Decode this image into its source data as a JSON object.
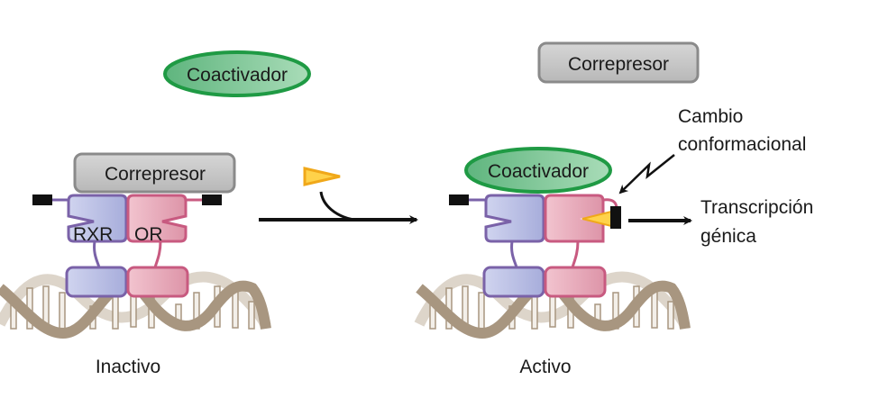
{
  "labels": {
    "coactivator": "Coactivador",
    "corepressor": "Correpresor",
    "rxr": "RXR",
    "or": "OR",
    "inactive": "Inactivo",
    "active": "Activo",
    "conformational_change_line1": "Cambio",
    "conformational_change_line2": "conformacional",
    "transcription_line1": "Transcripción",
    "transcription_line2": "génica"
  },
  "colors": {
    "coactivator_fill": "#6fc08a",
    "coactivator_stroke": "#1f9a44",
    "corepressor_fill": "#c4c4c4",
    "corepressor_stroke": "#8a8a8a",
    "rxr_fill": "#b8bde0",
    "rxr_stroke": "#7a62a8",
    "or_fill": "#e8aabb",
    "or_stroke": "#c85a80",
    "ligand_fill": "#ffd24a",
    "ligand_stroke": "#f0a81a",
    "dna_front": "#a89680",
    "dna_back": "#d8d0c4",
    "arrow": "#111111",
    "block": "#111111"
  }
}
